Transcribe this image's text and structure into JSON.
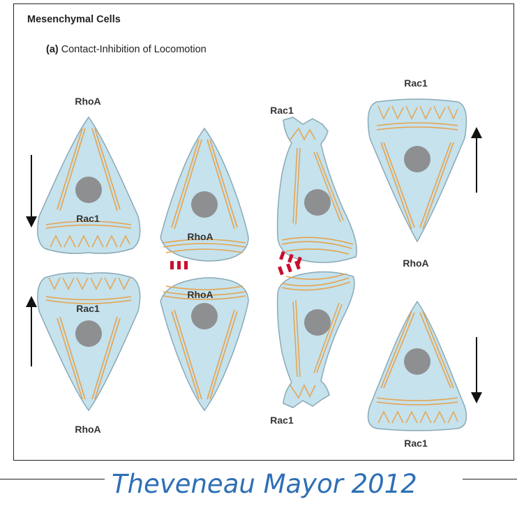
{
  "figure": {
    "section_title": "Mesenchymal Cells",
    "panel_letter": "(a)",
    "panel_title": "Contact-Inhibition of Locomotion"
  },
  "labels": {
    "s1_top": "RhoA",
    "s1_mid": "Rac1",
    "s1_low": "Rac1",
    "s1_bottom": "RhoA",
    "s2_upper": "RhoA",
    "s2_lower": "RhoA",
    "s3_top": "Rac1",
    "s3_bottom": "Rac1",
    "s4_top": "Rac1",
    "s4_mid": "RhoA",
    "s4_bottom": "Rac1"
  },
  "credit": "Theveneau Mayor 2012",
  "colors": {
    "cell_fill": "#c5e2ed",
    "cell_outline": "#8aa9b6",
    "fiber": "#e6a24c",
    "nucleus": "#8e8f91",
    "junction": "#c8102e",
    "arrow": "#111111",
    "credit_text": "#2e6fb5"
  }
}
